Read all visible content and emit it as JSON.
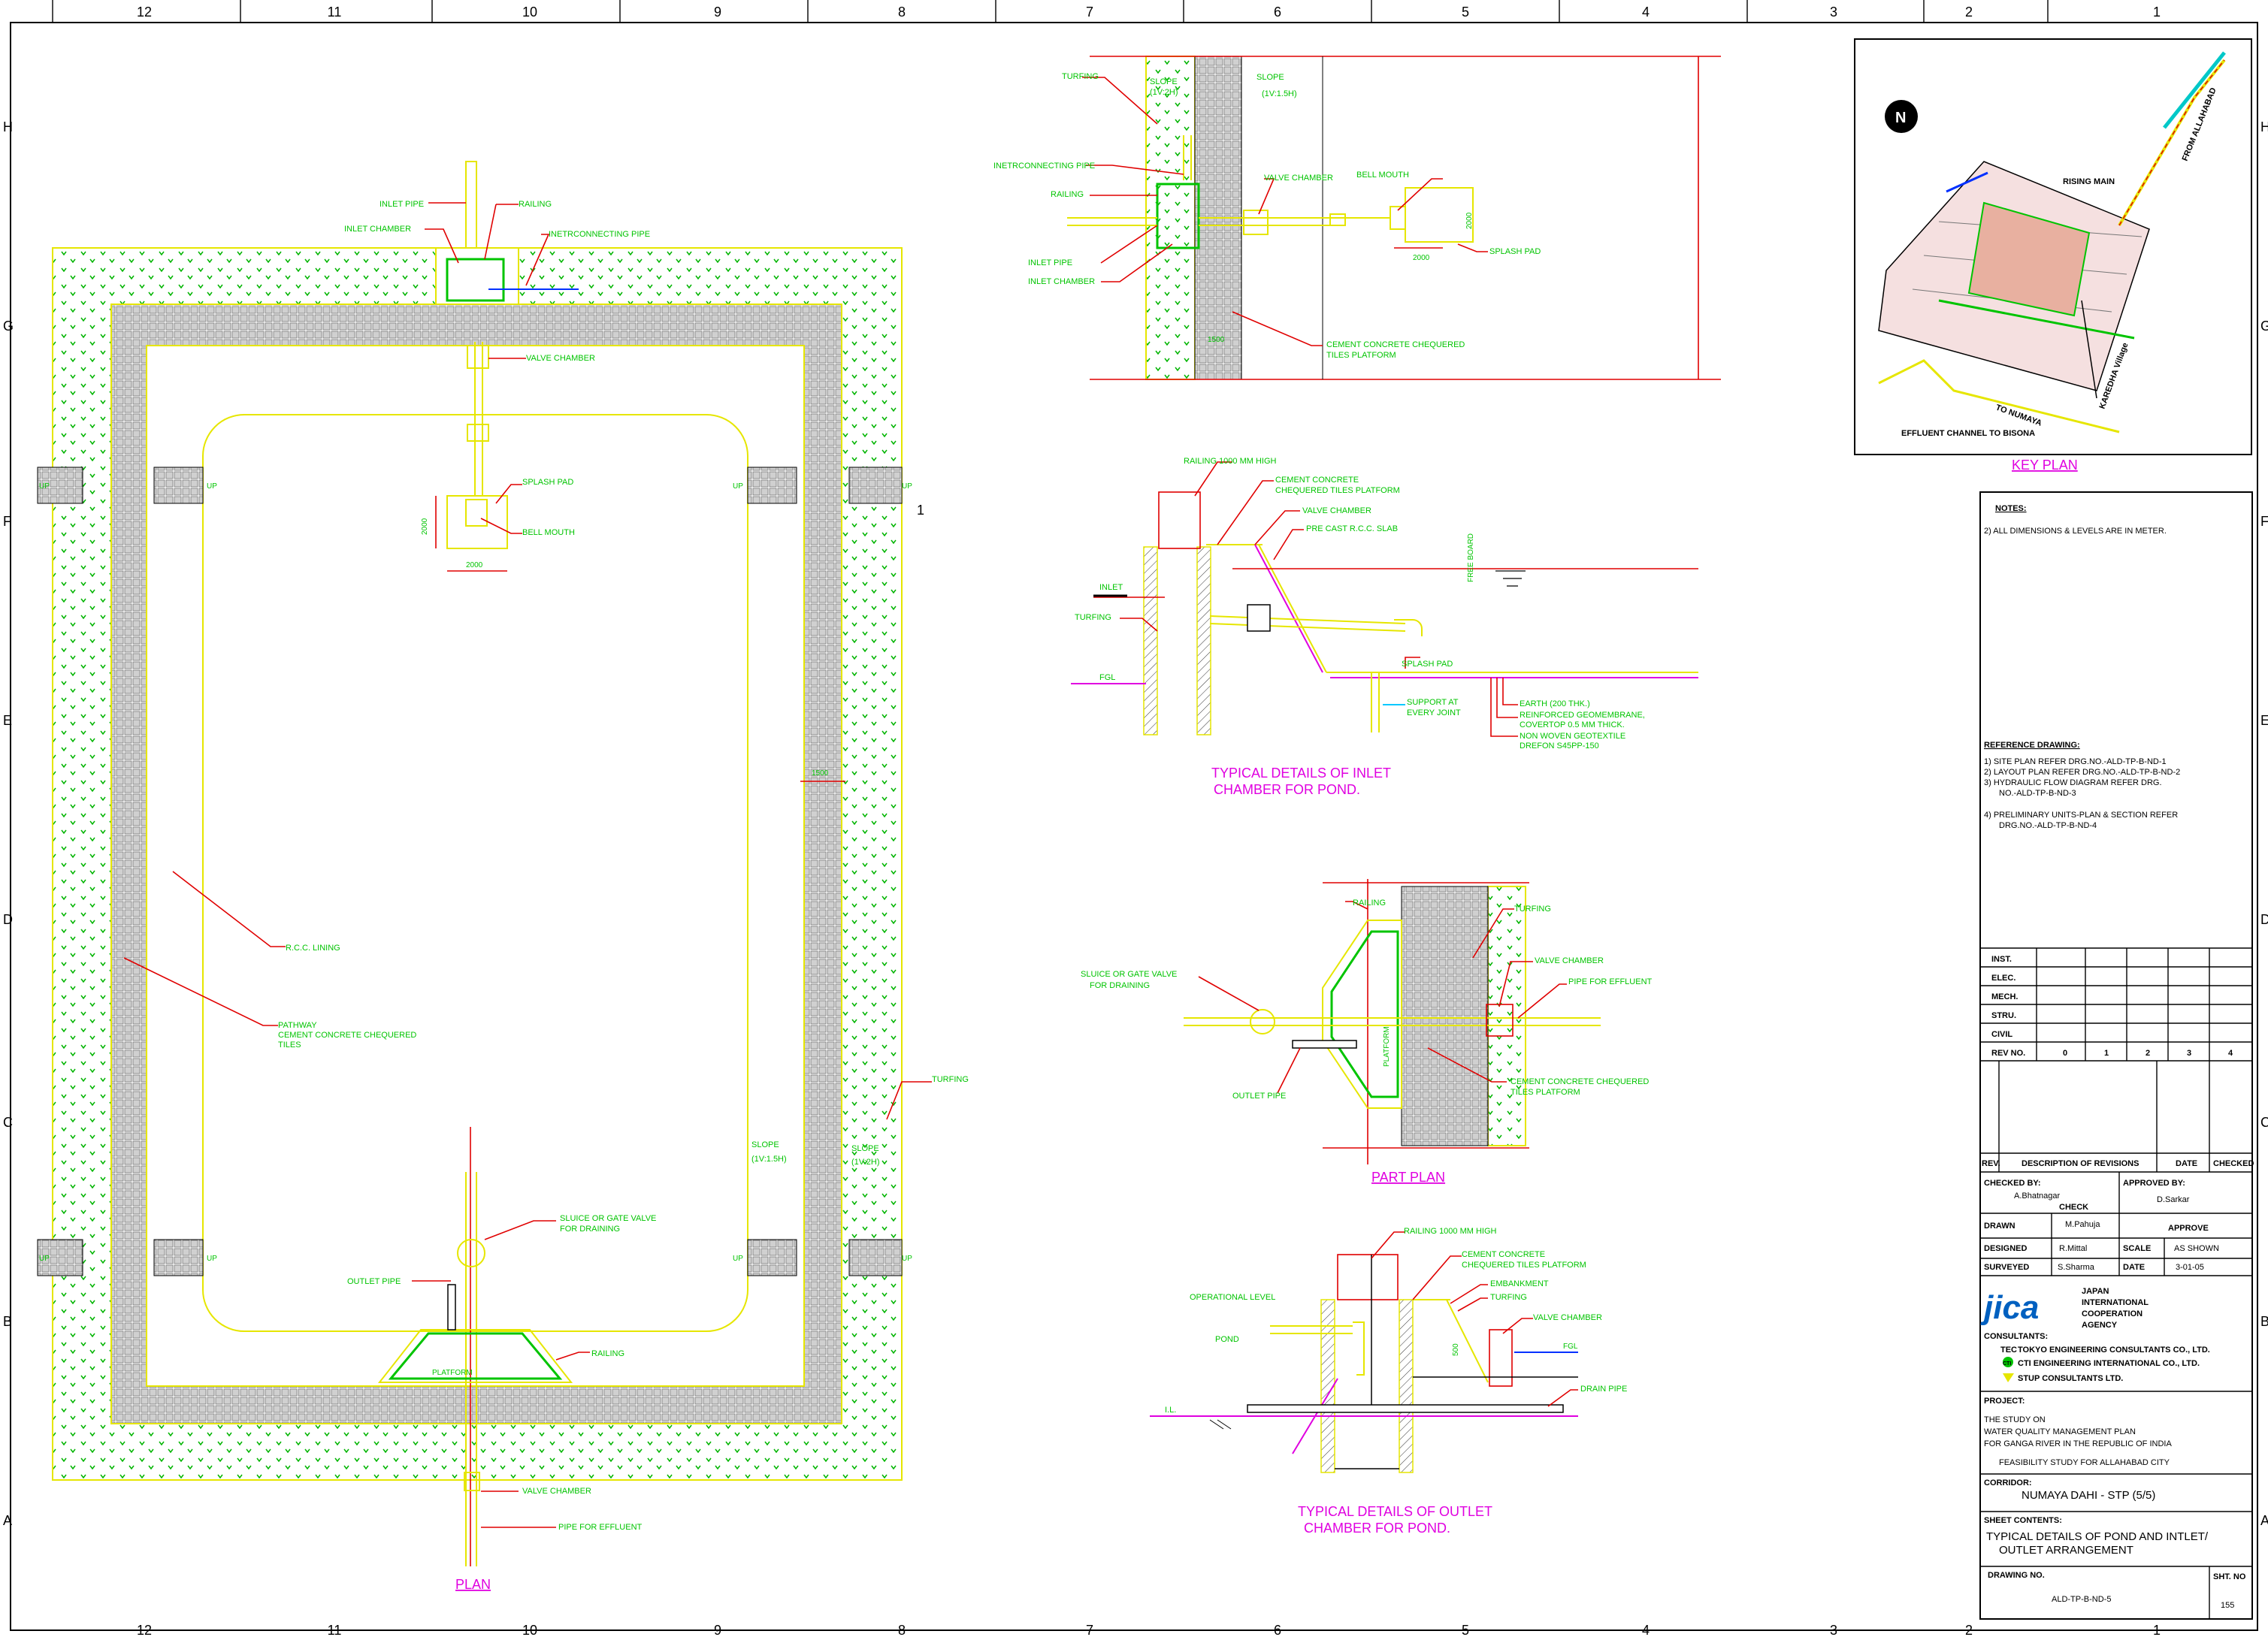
{
  "grid": {
    "cols": [
      "12",
      "11",
      "10",
      "9",
      "8",
      "7",
      "6",
      "5",
      "4",
      "3",
      "2",
      "1"
    ],
    "rows": [
      "H",
      "G",
      "F",
      "E",
      "D",
      "C",
      "B",
      "A"
    ]
  },
  "plan": {
    "title": "PLAN",
    "labels": {
      "inlet_pipe": "INLET PIPE",
      "railing_top": "RAILING",
      "inlet_chamber": "INLET CHAMBER",
      "interconnecting_pipe": "INETRCONNECTING PIPE",
      "valve_chamber_top": "VALVE CHAMBER",
      "splash_pad": "SPLASH PAD",
      "bell_mouth": "BELL MOUTH",
      "dim_2000_v": "2000",
      "dim_2000_h": "2000",
      "rcc_lining": "R.C.C. LINING",
      "pathway_1": "PATHWAY",
      "pathway_2": "CEMENT CONCRETE CHEQUERED",
      "pathway_3": "TILES",
      "dim_1500": "1500",
      "turfing": "TURFING",
      "slope_label": "SLOPE",
      "slope_inner": "(1V:1.5H)",
      "slope_outer": "(1V:2H)",
      "sluice_1": "SLUICE OR GATE VALVE",
      "sluice_2": "FOR DRAINING",
      "outlet_pipe": "OUTLET PIPE",
      "railing_bottom": "RAILING",
      "platform": "PLATFORM",
      "valve_chamber_bottom": "VALVE CHAMBER",
      "pipe_effluent": "PIPE FOR EFFLUENT",
      "up": "UP",
      "mark_1": "1"
    }
  },
  "inlet_plan": {
    "labels": {
      "turfing": "TURFING",
      "slope_a": "SLOPE",
      "slope_a_val": "(1V:2H)",
      "slope_b": "SLOPE",
      "slope_b_val": "(1V:1.5H)",
      "interconnecting": "INETRCONNECTING PIPE",
      "railing": "RAILING",
      "valve_chamber": "VALVE CHAMBER",
      "bell_mouth": "BELL MOUTH",
      "dim_2000_v": "2000",
      "dim_2000_h": "2000",
      "splash_pad": "SPLASH PAD",
      "inlet_pipe": "INLET PIPE",
      "inlet_chamber": "INLET CHAMBER",
      "dim_1500": "1500",
      "platform_1": "CEMENT CONCRETE CHEQUERED",
      "platform_2": "TILES PLATFORM"
    }
  },
  "inlet_section": {
    "title_1": "TYPICAL DETAILS OF INLET",
    "title_2": "CHAMBER FOR POND.",
    "labels": {
      "railing": "RAILING 1000 MM HIGH",
      "platform_1": "CEMENT CONCRETE",
      "platform_2": "CHEQUERED TILES PLATFORM",
      "valve_chamber": "VALVE CHAMBER",
      "slab": "PRE CAST R.C.C. SLAB",
      "free_board": "FREE BOARD",
      "inlet": "INLET",
      "turfing": "TURFING",
      "fgl": "FGL",
      "splash_pad": "SPLASH PAD",
      "support_1": "SUPPORT AT",
      "support_2": "EVERY JOINT",
      "earth": "EARTH (200 THK.)",
      "geo_1": "REINFORCED GEOMEMBRANE,",
      "geo_2": "COVERTOP 0.5 MM THICK.",
      "nonwoven_1": "NON WOVEN GEOTEXTILE",
      "nonwoven_2": "DREFON S45PP-150"
    }
  },
  "part_plan": {
    "title": "PART PLAN",
    "labels": {
      "railing": "RAILING",
      "turfing": "TURFING",
      "valve_chamber": "VALVE CHAMBER",
      "sluice_1": "SLUICE OR GATE VALVE",
      "sluice_2": "FOR DRAINING",
      "pipe_effluent": "PIPE FOR EFFLUENT",
      "platform": "PLATFORM",
      "outlet_pipe": "OUTLET PIPE",
      "cc_1": "CEMENT CONCRETE CHEQUERED",
      "cc_2": "TILES PLATFORM"
    }
  },
  "outlet_section": {
    "title_1": "TYPICAL DETAILS OF OUTLET",
    "title_2": "CHAMBER FOR POND.",
    "labels": {
      "railing": "RAILING 1000 MM HIGH",
      "cc_1": "CEMENT CONCRETE",
      "cc_2": "CHEQUERED TILES PLATFORM",
      "embankment": "EMBANKMENT",
      "turfing": "TURFING",
      "op_level": "OPERATIONAL LEVEL",
      "pond": "POND",
      "valve_chamber": "VALVE CHAMBER",
      "fgl": "FGL",
      "drain_pipe": "DRAIN PIPE",
      "il": "I.L.",
      "dim_500": "500"
    }
  },
  "key_plan": {
    "title": "KEY PLAN",
    "rising_main": "RISING MAIN",
    "from_allahabad": "FROM ALLAHABAD",
    "village": "KAREDHA Village",
    "to_numaya": "TO NUMAYA",
    "effluent_channel": "EFFLUENT CHANNEL TO BISONA",
    "north": "N"
  },
  "notes": {
    "title": "NOTES:",
    "items": [
      "2) ALL DIMENSIONS & LEVELS ARE IN METER."
    ],
    "ref_title": "REFERENCE DRAWING:",
    "refs": [
      "1) SITE PLAN REFER DRG.NO.-ALD-TP-B-ND-1",
      "2) LAYOUT PLAN REFER DRG.NO.-ALD-TP-B-ND-2",
      "3) HYDRAULIC FLOW DIAGRAM REFER DRG.",
      "NO.-ALD-TP-B-ND-3",
      "4) PRELIMINARY UNITS-PLAN & SECTION REFER",
      "DRG.NO.-ALD-TP-B-ND-4"
    ]
  },
  "revision_block": {
    "disciplines": [
      "INST.",
      "ELEC.",
      "MECH.",
      "STRU.",
      "CIVIL"
    ],
    "rev_no_label": "REV NO.",
    "rev_numbers": [
      "0",
      "1",
      "2",
      "3",
      "4"
    ],
    "rev_header": [
      "REV.",
      "DESCRIPTION OF REVISIONS",
      "DATE",
      "CHECKED"
    ]
  },
  "title_block": {
    "checked_by": "CHECKED BY:",
    "checked_name": "A.Bhatnagar",
    "check": "CHECK",
    "approved_by": "APPROVED BY:",
    "approved_name": "D.Sarkar",
    "approve": "APPROVE",
    "drawn": "DRAWN",
    "drawn_name": "M.Pahuja",
    "designed": "DESIGNED",
    "designed_name": "R.Mittal",
    "scale": "SCALE",
    "scale_val": "AS SHOWN",
    "surveyed": "SURVEYED",
    "surveyed_name": "S.Sharma",
    "date": "DATE",
    "date_val": "3-01-05",
    "jica_logo": "jica",
    "jica_1": "JAPAN",
    "jica_2": "INTERNATIONAL",
    "jica_3": "COOPERATION",
    "jica_4": "AGENCY",
    "consultants": "CONSULTANTS:",
    "c1_mark": "TEC",
    "c1": "TOKYO ENGINEERING CONSULTANTS CO., LTD.",
    "c2_mark": "CTI",
    "c2": "CTI ENGINEERING INTERNATIONAL CO., LTD.",
    "c3": "STUP CONSULTANTS LTD.",
    "project_label": "PROJECT:",
    "project_1": "THE STUDY ON",
    "project_2": "WATER QUALITY MANAGEMENT PLAN",
    "project_3": "FOR GANGA RIVER IN THE REPUBLIC OF INDIA",
    "project_4": "FEASIBILITY STUDY FOR ALLAHABAD CITY",
    "corridor_label": "CORRIDOR:",
    "corridor": "NUMAYA DAHI - STP (5/5)",
    "sheet_label": "SHEET CONTENTS:",
    "sheet_1": "TYPICAL DETAILS OF POND AND INTLET/",
    "sheet_2": "OUTLET ARRANGEMENT",
    "drawing_label": "DRAWING NO.",
    "drawing_no": "ALD-TP-B-ND-5",
    "sht_label": "SHT. NO",
    "sht_no": "155"
  },
  "colors": {
    "annotation": "#00c400",
    "leader": "#e00000",
    "outline": "#e6e600",
    "title": "#e000e0",
    "chamber": "#00c400",
    "pipe_blue": "#0030ff"
  }
}
